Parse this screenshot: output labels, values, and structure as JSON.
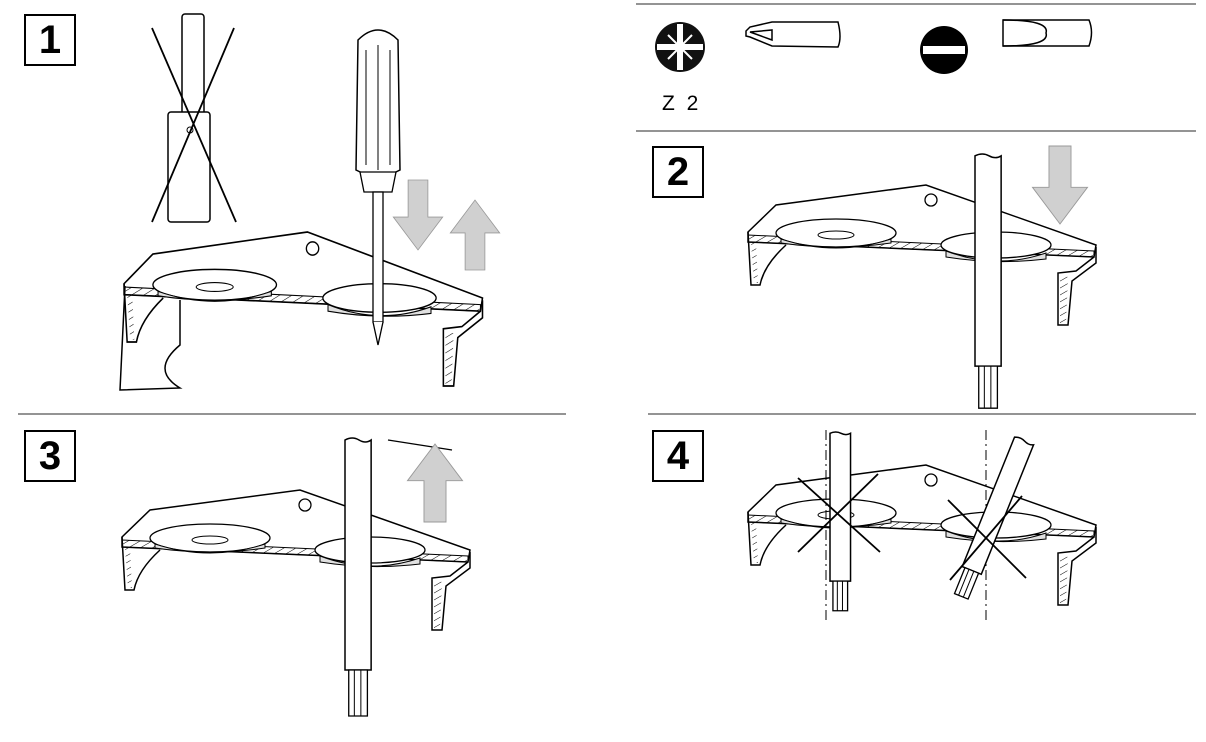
{
  "steps": [
    {
      "number": "1"
    },
    {
      "number": "2"
    },
    {
      "number": "3"
    },
    {
      "number": "4"
    }
  ],
  "tools": {
    "pozidriv_label": "Z 2",
    "icons": [
      "pozidriv-icon",
      "pozidriv-tip-icon",
      "slotted-icon",
      "slotted-tip-icon"
    ]
  },
  "colors": {
    "line": "#000000",
    "arrow": "#d0d0d0",
    "divider": "#555555",
    "fill_grey": "#e0e0e0"
  }
}
